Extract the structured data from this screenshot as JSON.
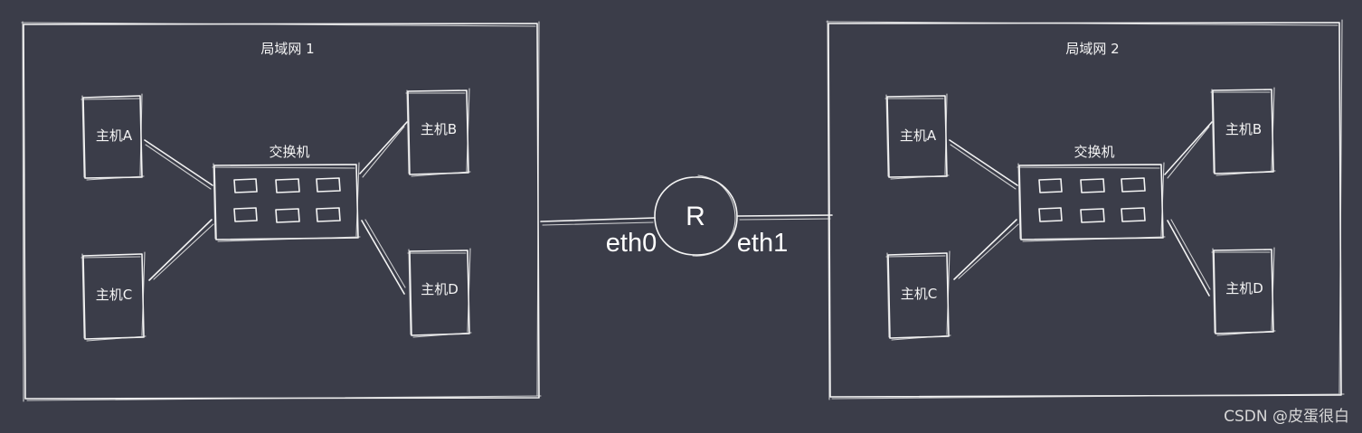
{
  "lans": [
    {
      "label": "局域网 1",
      "switch_label": "交换机",
      "hosts": [
        "主机A",
        "主机B",
        "主机C",
        "主机D"
      ]
    },
    {
      "label": "局域网 2",
      "switch_label": "交换机",
      "hosts": [
        "主机A",
        "主机B",
        "主机C",
        "主机D"
      ]
    }
  ],
  "router": {
    "label": "R",
    "left_port": "eth0",
    "right_port": "eth1"
  },
  "watermark": "CSDN @皮蛋很白",
  "colors": {
    "background": "#3b3d49",
    "stroke": "#f4f4f4",
    "text": "#f4f4f4"
  }
}
